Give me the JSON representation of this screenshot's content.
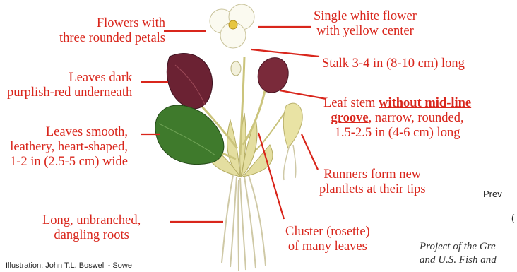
{
  "callouts": {
    "flowers_three_petals": [
      "Flowers with",
      "three rounded petals"
    ],
    "single_white_flower": [
      "Single white flower",
      "with yellow center"
    ],
    "stalk_length": [
      "Stalk 3-4 in (8-10 cm) long"
    ],
    "leaves_dark_underneath": [
      "Leaves dark",
      "purplish-red underneath"
    ],
    "leaf_stem": {
      "line1_prefix": "Leaf stem ",
      "line1_emphasis": "without mid-line",
      "line2_emphasis": "groove",
      "line2_suffix": ", narrow, rounded,",
      "line3": "1.5-2.5 in (4-6 cm) long"
    },
    "leaves_smooth": [
      "Leaves smooth,",
      "leathery, heart-shaped,",
      "1-2 in (2.5-5 cm) wide"
    ],
    "runners": [
      "Runners form new",
      "plantlets at their tips"
    ],
    "roots": [
      "Long, unbranched,",
      "dangling roots"
    ],
    "rosette": [
      "Cluster (rosette)",
      "of many leaves"
    ]
  },
  "footer": {
    "credit": "Illustration: John T.L. Boswell - Sowe",
    "project_lines": [
      "Project of the Gre",
      "and U.S. Fish and"
    ],
    "prev_fragment": "Prev",
    "side_fragment": "("
  },
  "colors": {
    "callout_red": "#d9261c",
    "leaf_green": "#3f7a2c",
    "leaf_purple": "#6b2233",
    "stem_yellow": "#d8d38a"
  }
}
